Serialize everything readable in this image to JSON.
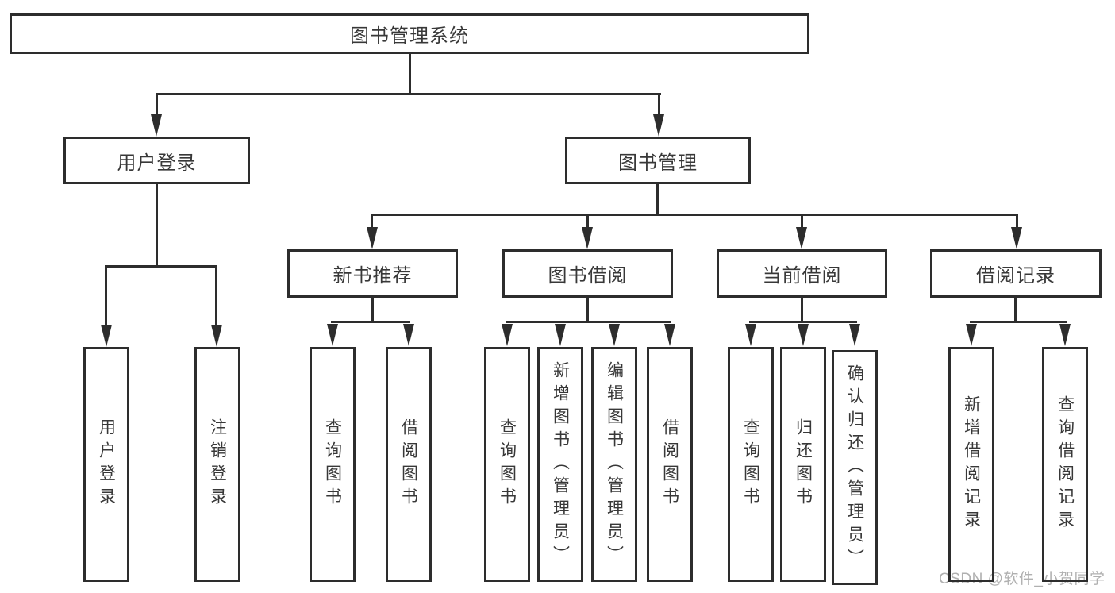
{
  "colors": {
    "background": "#ffffff",
    "line": "#2d2d2d",
    "text": "#383838",
    "watermark": "#b0b0b0"
  },
  "diagram": {
    "title_node": {
      "label": "图书管理系统"
    },
    "level2": {
      "user_login": {
        "label": "用户登录"
      },
      "book_management": {
        "label": "图书管理"
      }
    },
    "level3": {
      "new_book_recommend": {
        "label": "新书推荐"
      },
      "book_borrow": {
        "label": "图书借阅"
      },
      "current_borrow": {
        "label": "当前借阅"
      },
      "borrow_record": {
        "label": "借阅记录"
      }
    },
    "leaves": {
      "user_login": {
        "label": "用户登录"
      },
      "logout": {
        "label": "注销登录"
      },
      "recommend_query_book": {
        "label": "查询图书"
      },
      "recommend_borrow_book": {
        "label": "借阅图书"
      },
      "borrow_query_book": {
        "label": "查询图书"
      },
      "borrow_add_book": {
        "label": "新增图书（管理员）"
      },
      "borrow_edit_book": {
        "label": "编辑图书（管理员）"
      },
      "borrow_borrow_book": {
        "label": "借阅图书"
      },
      "current_query_book": {
        "label": "查询图书"
      },
      "current_return_book": {
        "label": "归还图书"
      },
      "current_confirm_return": {
        "label": "确认归还（管理员）"
      },
      "record_add": {
        "label": "新增借阅记录"
      },
      "record_query": {
        "label": "查询借阅记录"
      }
    }
  },
  "watermark": {
    "text": "CSDN @软件_小贺同学"
  }
}
